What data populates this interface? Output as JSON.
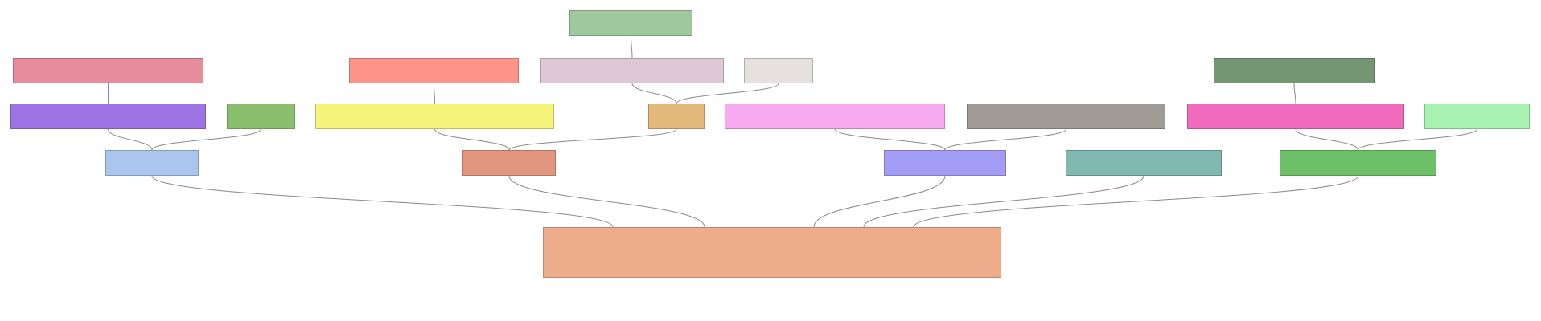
{
  "nodes": [
    {
      "id": "n-top",
      "color": "#9fc89e"
    },
    {
      "id": "n-r2-1",
      "color": "#e68c9c"
    },
    {
      "id": "n-r2-2",
      "color": "#ff958a"
    },
    {
      "id": "n-r2-3",
      "color": "#dec8d5"
    },
    {
      "id": "n-r2-4",
      "color": "#e6e0de"
    },
    {
      "id": "n-r2-5",
      "color": "#759672"
    },
    {
      "id": "n-r3-1",
      "color": "#9e74e5"
    },
    {
      "id": "n-r3-2",
      "color": "#8ac06d"
    },
    {
      "id": "n-r3-3",
      "color": "#f6f47a"
    },
    {
      "id": "n-r3-4",
      "color": "#e2b87a"
    },
    {
      "id": "n-r3-5",
      "color": "#f7aaef"
    },
    {
      "id": "n-r3-6",
      "color": "#a09b97"
    },
    {
      "id": "n-r3-7",
      "color": "#f06bbe"
    },
    {
      "id": "n-r3-8",
      "color": "#a8f2b1"
    },
    {
      "id": "n-r4-1",
      "color": "#aac6ee"
    },
    {
      "id": "n-r4-2",
      "color": "#e3967f"
    },
    {
      "id": "n-r4-3",
      "color": "#a39cf5"
    },
    {
      "id": "n-r4-4",
      "color": "#7fb9b1"
    },
    {
      "id": "n-r4-5",
      "color": "#6ec068"
    },
    {
      "id": "n-root",
      "color": "#edad8b"
    }
  ],
  "edges": [
    [
      "n-top",
      "n-r2-3"
    ],
    [
      "n-r2-1",
      "n-r3-1"
    ],
    [
      "n-r2-2",
      "n-r3-3"
    ],
    [
      "n-r2-3",
      "n-r3-4"
    ],
    [
      "n-r2-4",
      "n-r3-4"
    ],
    [
      "n-r2-5",
      "n-r3-7"
    ],
    [
      "n-r3-1",
      "n-r4-1"
    ],
    [
      "n-r3-2",
      "n-r4-1"
    ],
    [
      "n-r3-3",
      "n-r4-2"
    ],
    [
      "n-r3-4",
      "n-r4-2"
    ],
    [
      "n-r3-5",
      "n-r4-3"
    ],
    [
      "n-r3-6",
      "n-r4-3"
    ],
    [
      "n-r3-7",
      "n-r4-5"
    ],
    [
      "n-r3-8",
      "n-r4-5"
    ],
    [
      "n-r4-1",
      "n-root"
    ],
    [
      "n-r4-2",
      "n-root"
    ],
    [
      "n-r4-3",
      "n-root"
    ],
    [
      "n-r4-4",
      "n-root"
    ],
    [
      "n-r4-5",
      "n-root"
    ]
  ]
}
